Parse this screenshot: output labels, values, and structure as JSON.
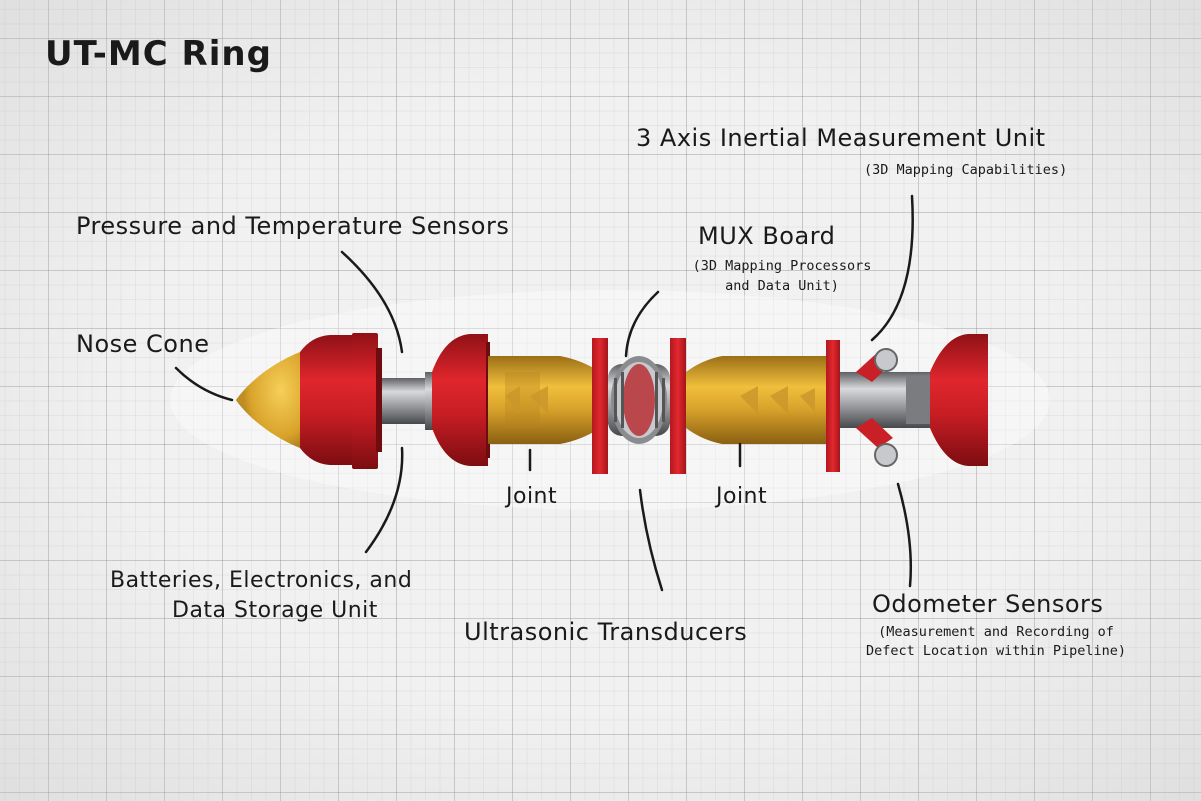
{
  "title": "UT-MC Ring",
  "labels": {
    "imu": "3 Axis Inertial Measurement Unit",
    "imu_sub": "(3D Mapping Capabilities)",
    "pressure": "Pressure and Temperature Sensors",
    "mux": "MUX Board",
    "mux_sub1": "(3D Mapping Processors",
    "mux_sub2": "and Data Unit)",
    "nose": "Nose Cone",
    "joint1": "Joint",
    "joint2": "Joint",
    "batteries1": "Batteries, Electronics, and",
    "batteries2": "Data Storage Unit",
    "ultrasonic": "Ultrasonic Transducers",
    "odometer": "Odometer Sensors",
    "odometer_sub1": "(Measurement and Recording of",
    "odometer_sub2": "Defect Location within Pipeline)"
  },
  "colors": {
    "red": "#d42027",
    "dark_red": "#9e1318",
    "yellow": "#dba72e",
    "dark_yellow": "#a8781a",
    "steel": "#9a9ca0",
    "ink": "#1a1a1a"
  }
}
